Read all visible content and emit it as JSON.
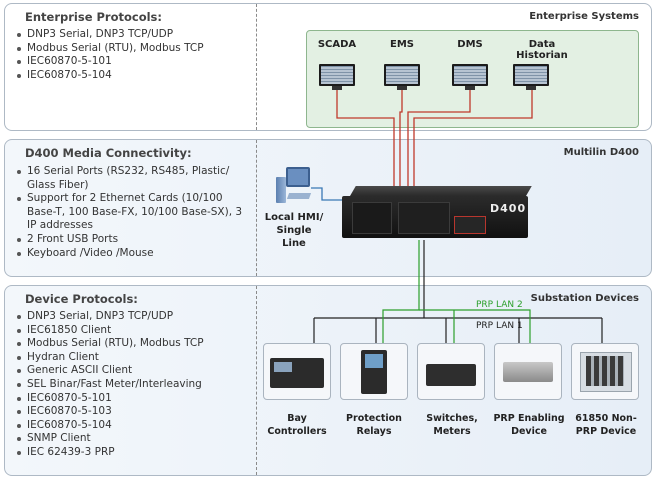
{
  "enterprise": {
    "title": "Enterprise Protocols:",
    "items": [
      "DNP3 Serial, DNP3 TCP/UDP",
      "Modbus Serial (RTU), Modbus TCP",
      "IEC60870-5-101",
      "IEC60870-5-104"
    ],
    "section_label": "Enterprise Systems",
    "systems": [
      "SCADA",
      "EMS",
      "DMS",
      "Data Historian"
    ]
  },
  "d400": {
    "title": "D400 Media Connectivity:",
    "items": [
      "16 Serial Ports (RS232, RS485, Plastic/ Glass Fiber)",
      "Support for 2 Ethernet Cards (10/100 Base-T, 100 Base-FX, 10/100 Base-SX), 3 IP addresses",
      "2 Front USB Ports",
      "Keyboard /Video /Mouse"
    ],
    "section_label": "Multilin D400",
    "hmi_label": "Local HMI/ Single Line",
    "badge": "D400"
  },
  "device": {
    "title": "Device Protocols:",
    "items": [
      "DNP3 Serial, DNP3 TCP/UDP",
      "IEC61850 Client",
      "Modbus Serial (RTU), Modbus TCP",
      "Hydran Client",
      "Generic ASCII Client",
      "SEL Binar/Fast Meter/Interleaving",
      "IEC60870-5-101",
      "IEC60870-5-103",
      "IEC60870-5-104",
      "SNMP Client",
      "IEC 62439-3 PRP"
    ],
    "section_label": "Substation Devices",
    "lan2": "PRP LAN 2",
    "lan1": "PRP LAN 1",
    "devices": [
      "Bay Controllers",
      "Protection Relays",
      "Switches, Meters",
      "PRP Enabling Device",
      "61850 Non-PRP Device"
    ]
  },
  "colors": {
    "enterprise_wire": "#c0392b",
    "lan1": "#222222",
    "lan2": "#2ca02c",
    "usb": "#3a78b5",
    "panel_border": "#aeb9c5",
    "enterprise_box": "#e3f0e3"
  }
}
